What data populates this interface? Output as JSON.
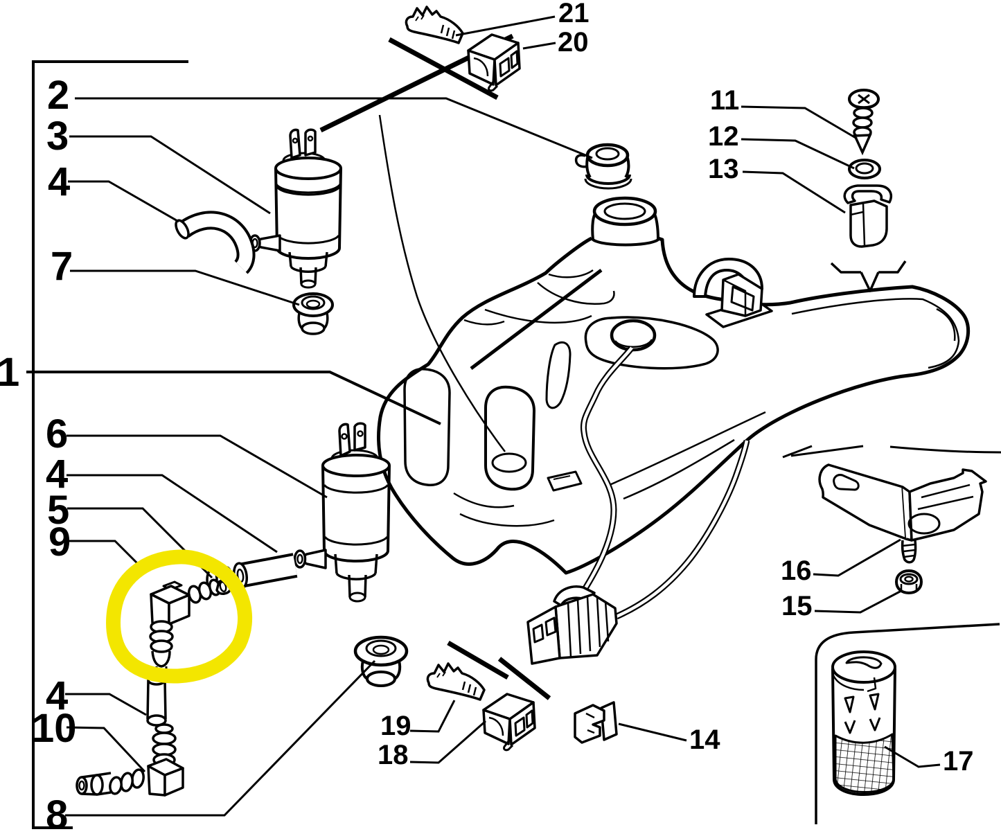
{
  "figure": {
    "kind": "exploded-parts-diagram"
  },
  "colors": {
    "ink": "#000000",
    "paper": "#ffffff",
    "highlight": "#f3e600"
  },
  "callouts": {
    "n1": "1",
    "n2": "2",
    "n3": "3",
    "n4": "4",
    "n5": "5",
    "n6": "6",
    "n7": "7",
    "n8": "8",
    "n9": "9",
    "n10": "10",
    "n11": "11",
    "n12": "12",
    "n13": "13",
    "n14": "14",
    "n15": "15",
    "n16": "16",
    "n17": "17",
    "n18": "18",
    "n19": "19",
    "n20": "20",
    "n21": "21"
  },
  "highlight_target": {
    "callout": "9"
  },
  "part_shapes": {
    "1": "washer-reservoir-tank",
    "2": "filler-cap",
    "3": "washer-pump",
    "4": "hose",
    "5": "seal-ring",
    "6": "washer-pump",
    "7": "grommet",
    "8": "grommet",
    "9": "elbow-connector",
    "10": "elbow-connector",
    "11": "screw",
    "12": "washer",
    "13": "retainer-clip",
    "14": "clip",
    "15": "nut",
    "16": "bracket",
    "17": "filter",
    "18": "connector-block",
    "19": "terminal-clip",
    "20": "connector-block",
    "21": "terminal-clip"
  }
}
